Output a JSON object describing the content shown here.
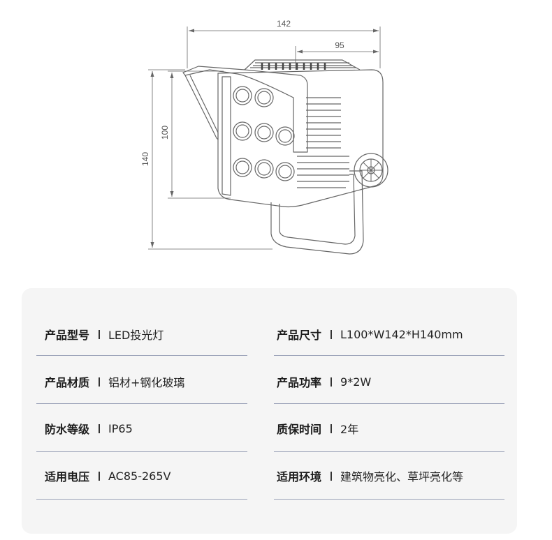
{
  "drawing": {
    "dims": {
      "width_total": "142",
      "width_partial": "95",
      "height_inner": "100",
      "height_total": "140"
    }
  },
  "specs": [
    {
      "label": "产品型号",
      "value": "LED投光灯"
    },
    {
      "label": "产品尺寸",
      "value": "L100*W142*H140mm"
    },
    {
      "label": "产品材质",
      "value": "铝材+钢化玻璃"
    },
    {
      "label": "产品功率",
      "value": "9*2W"
    },
    {
      "label": "防水等级",
      "value": "IP65"
    },
    {
      "label": "质保时间",
      "value": "2年"
    },
    {
      "label": "适用电压",
      "value": "AC85-265V"
    },
    {
      "label": "适用环境",
      "value": "建筑物亮化、草坪亮化等"
    }
  ]
}
